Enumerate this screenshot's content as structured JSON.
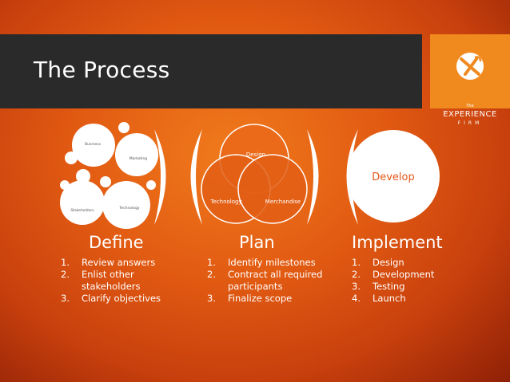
{
  "slide": {
    "title": "The Process",
    "logo": {
      "line1": "The",
      "line2": "EXPERIENCE",
      "line3": "FIRM",
      "colors": {
        "box": "#f08a1e",
        "mark": "#ffffff"
      }
    }
  },
  "define": {
    "bubbles": [
      "Business",
      "Marketing",
      "Technology",
      "Stakeholders"
    ],
    "heading": "Define",
    "items": [
      {
        "num": "1.",
        "lines": [
          "Review answers"
        ]
      },
      {
        "num": "2.",
        "lines": [
          "Enlist other",
          "stakeholders"
        ]
      },
      {
        "num": "3.",
        "lines": [
          "Clarify objectives"
        ]
      }
    ]
  },
  "plan": {
    "venn": [
      "Design",
      "Technology",
      "Merchandise"
    ],
    "heading": "Plan",
    "items": [
      {
        "num": "1.",
        "lines": [
          "Identify milestones"
        ]
      },
      {
        "num": "2.",
        "lines": [
          "Contract all required",
          "participants"
        ]
      },
      {
        "num": "3.",
        "lines": [
          "Finalize scope"
        ]
      }
    ]
  },
  "implement": {
    "circle_label": "Develop",
    "heading": "Implement",
    "items": [
      {
        "num": "1.",
        "lines": [
          "Design"
        ]
      },
      {
        "num": "2.",
        "lines": [
          "Development"
        ]
      },
      {
        "num": "3.",
        "lines": [
          "Testing"
        ]
      },
      {
        "num": "4.",
        "lines": [
          "Launch"
        ]
      }
    ]
  },
  "colors": {
    "background_center": "#f07a1c",
    "background_edge": "#8f2006",
    "title_bar": "#2a2a2a",
    "circle_fill": "#ffffff",
    "develop_text": "#e4571a",
    "small_text": "#555555"
  }
}
